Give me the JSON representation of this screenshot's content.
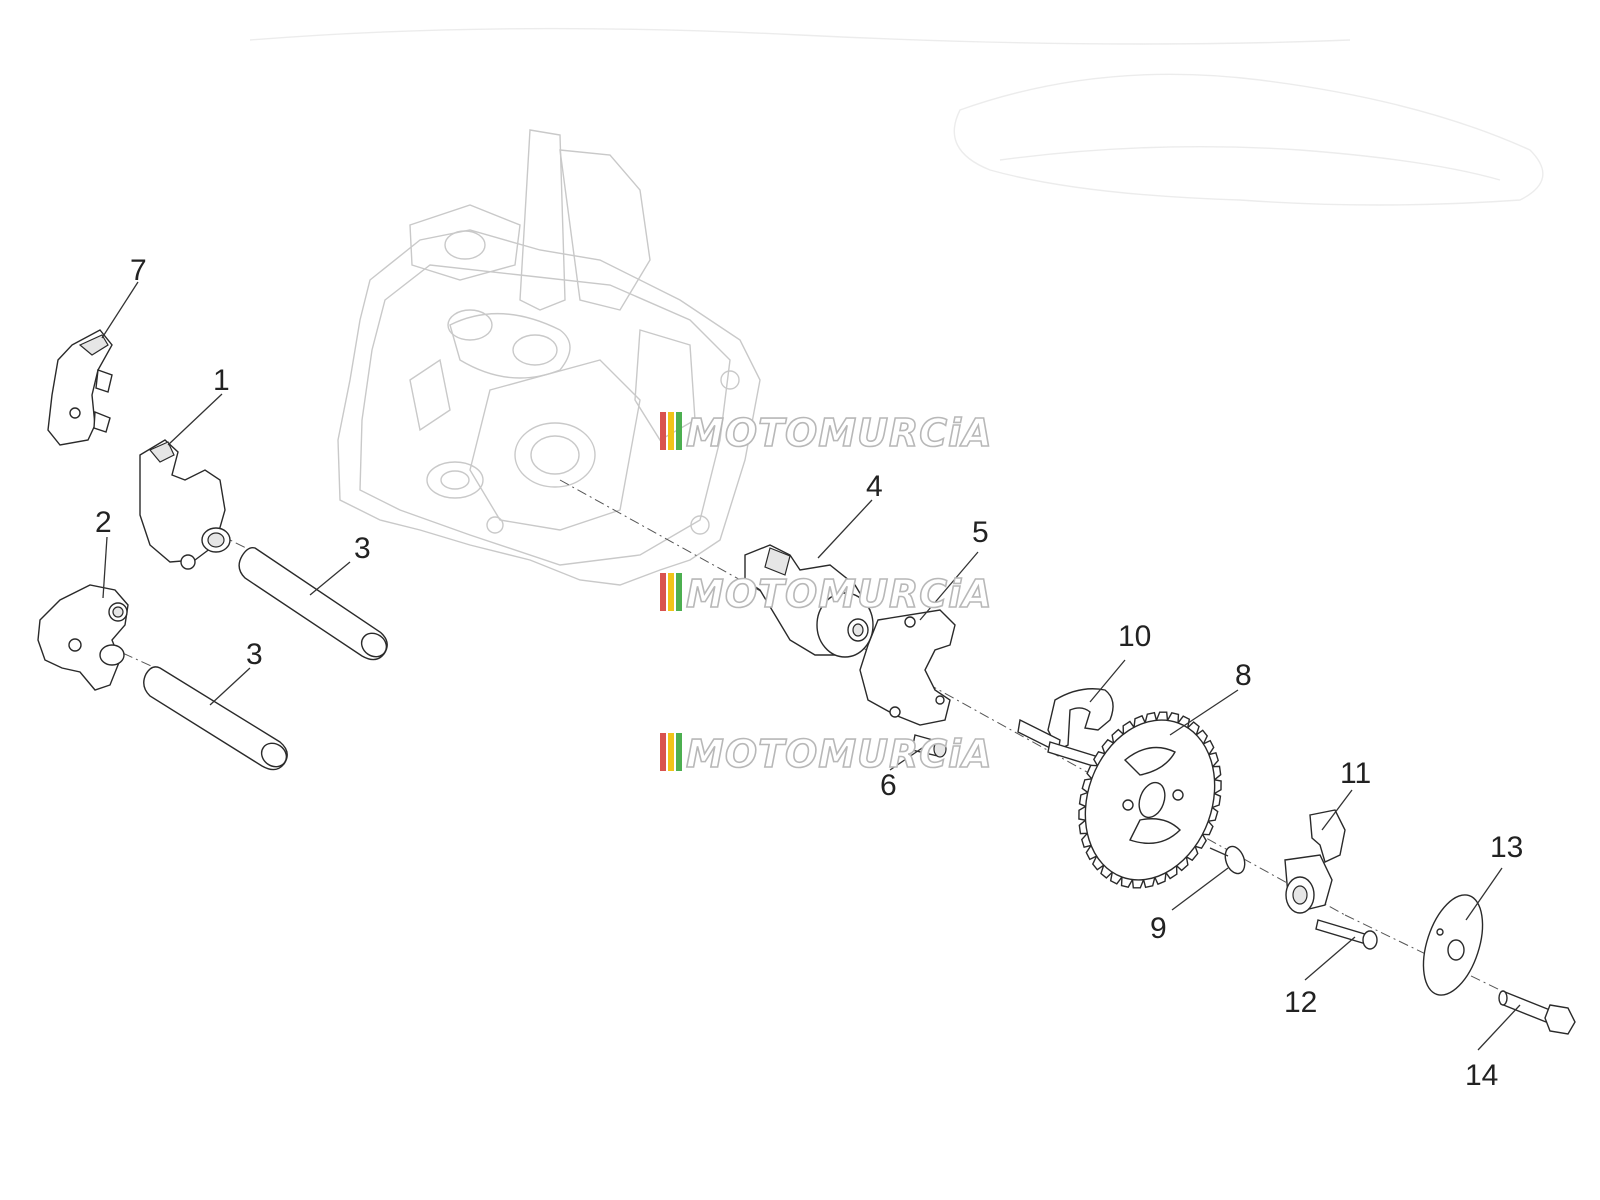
{
  "diagram": {
    "callouts": [
      "1",
      "2",
      "3",
      "3",
      "4",
      "5",
      "6",
      "7",
      "8",
      "9",
      "10",
      "11",
      "12",
      "13",
      "14"
    ]
  },
  "watermark": {
    "text": "MOTOMURCiA",
    "stripe_colors": [
      "#d9534f",
      "#f0c419",
      "#4caf50"
    ]
  }
}
